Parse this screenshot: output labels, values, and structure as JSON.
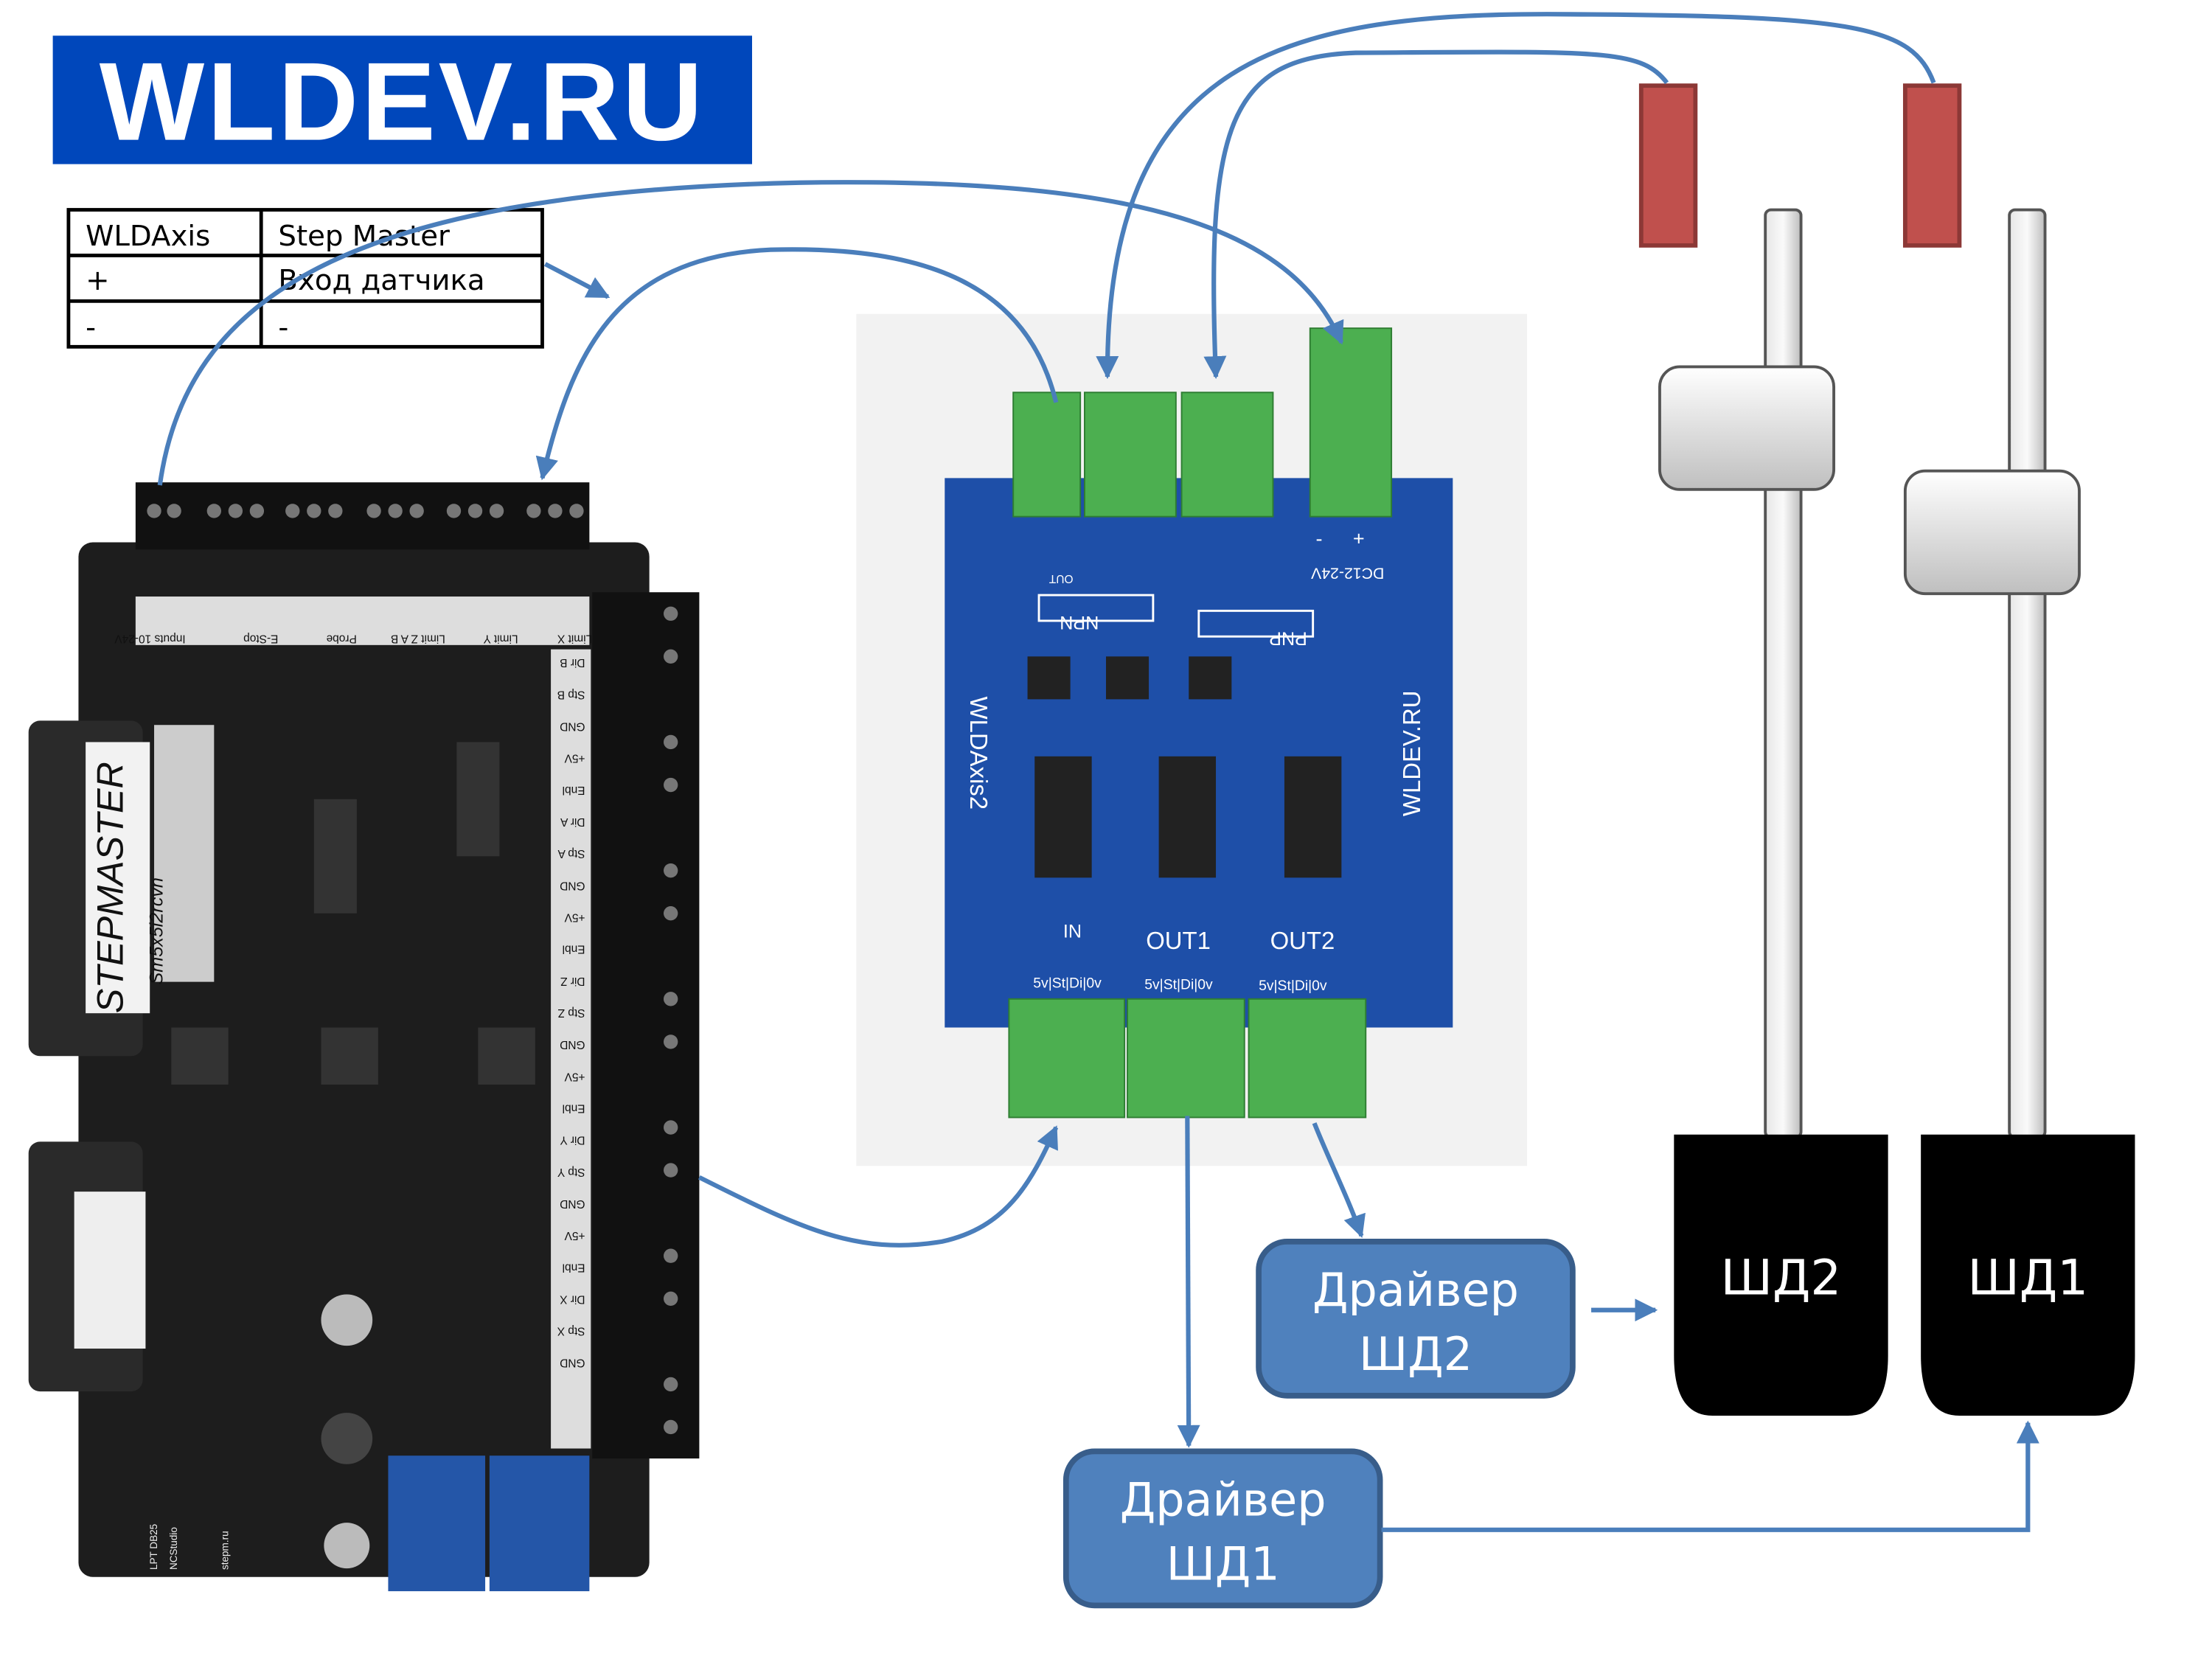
{
  "logo": {
    "text": "WLDEV.RU",
    "color": "#0047BB"
  },
  "mapping_table": {
    "headers": [
      "WLDAxis",
      "Step Master"
    ],
    "rows": [
      [
        "+",
        "Вход  датчика"
      ],
      [
        "-",
        "-"
      ]
    ]
  },
  "stepmaster_board": {
    "brand": "STEPMASTER",
    "model": "Sm5x5i2rcvn",
    "input_labels": [
      "Inputs 10-24V",
      "E-Stop",
      "Probe",
      "Limit Z A B",
      "Limit Y",
      "Limit X"
    ],
    "axis_labels": [
      "Dir B",
      "Stp B",
      "GND",
      "+5V",
      "Enbl",
      "Dir A",
      "Stp A",
      "GND",
      "+5V",
      "Enbl",
      "Dir Z",
      "Stp Z",
      "GND",
      "+5V",
      "Enbl",
      "Dir Y",
      "Stp Y",
      "GND",
      "+5V",
      "Enbl",
      "Dir X",
      "Stp X",
      "GND"
    ],
    "bottom_labels": [
      "LPT DB25",
      "NCStudio",
      "stepm.ru"
    ]
  },
  "wldaxis_board": {
    "name": "WLDAxis2",
    "site": "WLDEV.RU",
    "power_label": "DC12-24V",
    "power_pins": [
      "-",
      "+"
    ],
    "npn": "NPN",
    "pnp": "PNP",
    "out": "OUT",
    "in_label": "IN",
    "out1": "OUT1",
    "out2": "OUT2",
    "pinout": "5v|St|Di|0v"
  },
  "drivers": [
    {
      "line1": "Драйвер",
      "line2": "ШД2"
    },
    {
      "line1": "Драйвер",
      "line2": "ШД1"
    }
  ],
  "motors": [
    {
      "label": "ШД2"
    },
    {
      "label": "ШД1"
    }
  ],
  "colors": {
    "wire": "#4A7EBB",
    "driver_fill": "#4F81BD",
    "driver_stroke": "#385D8A",
    "sensor": "#C0504D",
    "motor": "#000000",
    "pcb_blue": "#1E4FA8",
    "terminal_green": "#4CAF50"
  }
}
